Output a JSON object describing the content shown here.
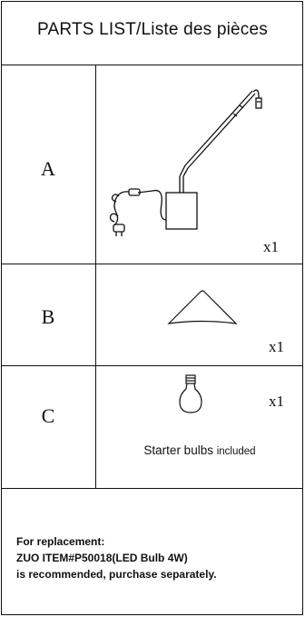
{
  "title": "PARTS LIST/Liste des pièces",
  "parts": [
    {
      "letter": "A",
      "quantity": "x1",
      "part_icon": "floor-lamp-icon"
    },
    {
      "letter": "B",
      "quantity": "x1",
      "part_icon": "lamp-shade-icon"
    },
    {
      "letter": "C",
      "quantity": "x1",
      "part_icon": "light-bulb-icon"
    }
  ],
  "bulb_caption": {
    "main": "Starter bulbs",
    "suffix": "included"
  },
  "replacement_note": {
    "line1": "For replacement:",
    "line2": "ZUO ITEM#P50018(LED Bulb 4W)",
    "line3": "is recommended, purchase separately."
  }
}
